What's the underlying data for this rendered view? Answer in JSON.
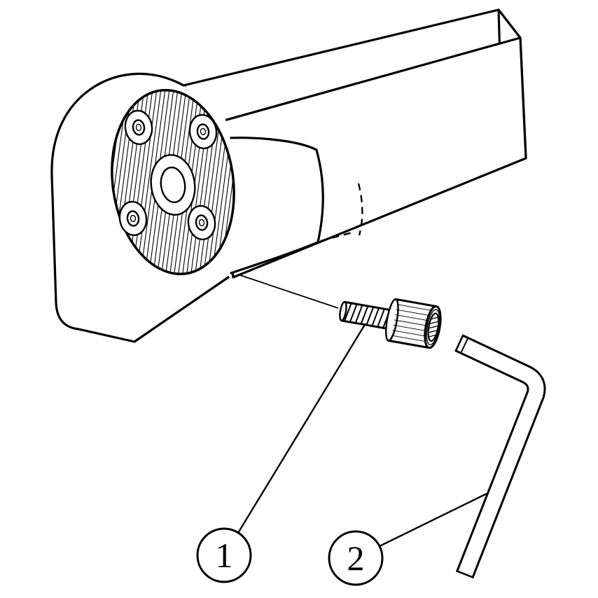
{
  "figure": {
    "colors": {
      "background": "#ffffff",
      "line": "#000000"
    },
    "parts": [
      {
        "id": "tool-holder-with-flange-and-square-shank"
      },
      {
        "id": "socket-head-clamp-screw"
      },
      {
        "id": "hex-key-wrench"
      }
    ],
    "callouts": [
      {
        "label": "1"
      },
      {
        "label": "2"
      }
    ]
  }
}
